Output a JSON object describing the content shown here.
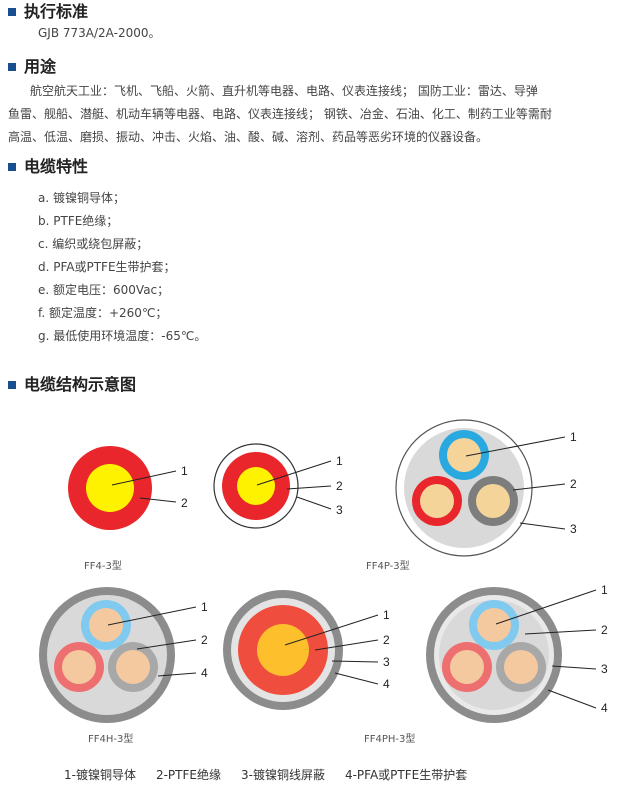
{
  "sections": {
    "standard": {
      "title": "执行标准",
      "text": "GJB 773A/2A-2000。"
    },
    "usage": {
      "title": "用途",
      "lines": [
        "航空航天工业：飞机、飞船、火箭、直升机等电器、电路、仪表连接线；  国防工业：雷达、导弹",
        "鱼雷、舰船、潜艇、机动车辆等电器、电路、仪表连接线；  钢铁、冶金、石油、化工、制药工业等需耐",
        "高温、低温、磨损、振动、冲击、火焰、油、酸、碱、溶剂、药品等恶劣环境的仪器设备。"
      ]
    },
    "features": {
      "title": "电缆特性",
      "items": [
        "a. 镀镍铜导体；",
        "b. PTFE绝缘；",
        "c. 编织或绕包屏蔽；",
        "d. PFA或PTFE生带护套；",
        "e. 额定电压：600Vac；",
        "f. 额定温度：+260℃；",
        "g. 最低使用环境温度：-65℃。"
      ]
    },
    "diagram": {
      "title": "电缆结构示意图",
      "models": [
        "FF4-3型",
        "FF4P-3型",
        "FF4H-3型",
        "FF4PH-3型"
      ],
      "callouts": {
        "ff4": [
          "1",
          "2"
        ],
        "ff4p": [
          "1",
          "2",
          "3"
        ],
        "ff4p3": [
          "1",
          "2",
          "3"
        ],
        "ff4h": [
          "1",
          "2",
          "4"
        ],
        "ff4ph": [
          "1",
          "2",
          "3",
          "4"
        ],
        "ff4ph3": [
          "1",
          "2",
          "3",
          "4"
        ]
      },
      "legend": [
        "1-镀镍铜导体",
        "2-PTFE绝缘",
        "3-镀镍铜线屏蔽",
        "4-PFA或PTFE生带护套"
      ]
    }
  },
  "colors": {
    "accent": "#1a4f8f",
    "red": "#e8262b",
    "yellow": "#fff200",
    "blue": "#2aa9e0",
    "tan": "#f5d49a",
    "gray": "#7d7d7d",
    "jacket": "#8c8c8c",
    "filler": "#d9d9d9"
  }
}
